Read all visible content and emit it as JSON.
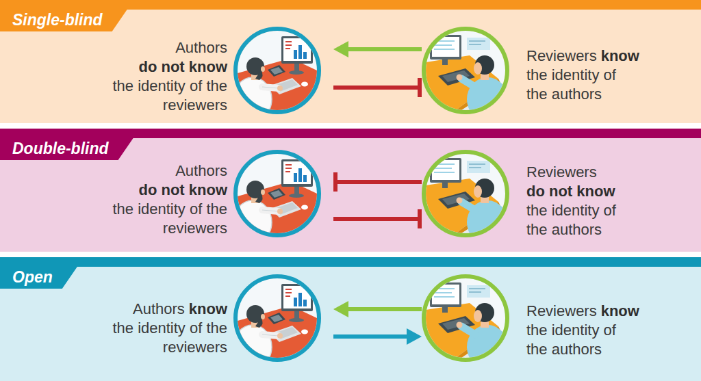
{
  "diagram": {
    "nodes": [
      {
        "text": [
          "Single-blind"
        ]
      },
      {
        "text": [
          "Authors",
          "do not know",
          "the identity of the reviewers"
        ],
        "in": 0
      },
      {
        "text": [
          "Reviewers",
          "know",
          "the identity of the authors"
        ],
        "in": 0
      },
      {
        "text": [
          "Double-blind"
        ]
      },
      {
        "text": [
          "Authors",
          "do not know",
          "the identity of the reviewers"
        ],
        "in": 3
      },
      {
        "text": [
          "Reviewers",
          "do not know",
          "the identity of the authors"
        ],
        "in": 3
      },
      {
        "text": [
          "Open"
        ]
      },
      {
        "text": [
          "Authors",
          "know",
          "the identity of the reviewers"
        ],
        "in": 6
      },
      {
        "text": [
          "Reviewers",
          "know",
          "the identity of the authors"
        ],
        "in": 6
      }
    ],
    "edges": [
      {
        "from": 2,
        "to": 1,
        "arrow": "to"
      },
      {
        "from": 1,
        "to": 2,
        "arrow": "to"
      },
      {
        "from": 5,
        "to": 4,
        "arrow": "to"
      },
      {
        "from": 4,
        "to": 5,
        "arrow": "to"
      },
      {
        "from": 8,
        "to": 7,
        "arrow": "to"
      },
      {
        "from": 7,
        "to": 8,
        "arrow": "to"
      }
    ]
  }
}
